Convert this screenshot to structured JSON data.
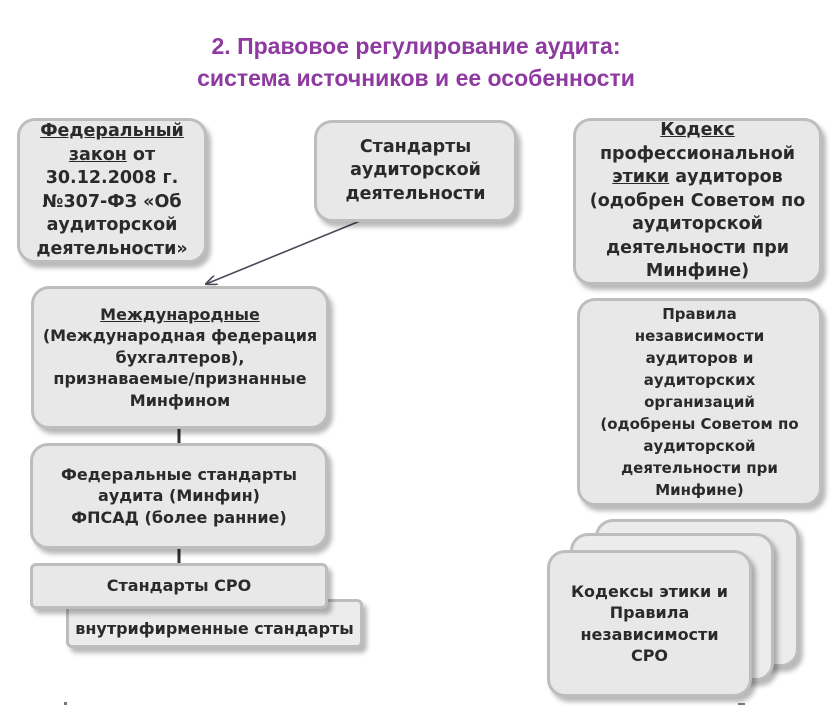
{
  "title": {
    "line1": "2. Правовое регулирование аудита:",
    "line2": "система источников и ее особенности"
  },
  "federal_law": {
    "line1": "Федеральный",
    "line2a": "закон",
    "line2b": " от",
    "line3": "30.12.2008 г.",
    "line4": "№307-ФЗ «Об",
    "line5": "аудиторской",
    "line6": "деятельности»"
  },
  "audit_standards": {
    "line1": "Стандарты",
    "line2": "аудиторской",
    "line3": "деятельности"
  },
  "ethics_code": {
    "line1": "Кодекс",
    "line2": "профессиональной",
    "line3a": "этики",
    "line3b": " аудиторов",
    "line4": "(одобрен Советом по",
    "line5": "аудиторской",
    "line6": "деятельности при",
    "line7": "Минфине)"
  },
  "international": {
    "line1": "Международные",
    "line2": "(Международная федерация",
    "line3": "бухгалтеров),",
    "line4": "признаваемые/признанные",
    "line5": "Минфином"
  },
  "independence_rules": {
    "line1": "Правила",
    "line2": "независимости",
    "line3": "аудиторов и",
    "line4": "аудиторских",
    "line5": "организаций",
    "line6": "(одобрены Советом по",
    "line7": "аудиторской",
    "line8": "деятельности при",
    "line9": "Минфине)"
  },
  "federal_standards": {
    "line1": "Федеральные стандарты",
    "line2": "аудита (Минфин)",
    "line3": "ФПСАД (более ранние)"
  },
  "sro_standards": {
    "label": "Стандарты СРО"
  },
  "internal_standards": {
    "label": "внутрифирменные стандарты"
  },
  "sro_ethics": {
    "line1": "Кодексы этики и",
    "line2": "Правила",
    "line3": "независимости",
    "line4": "СРО"
  }
}
